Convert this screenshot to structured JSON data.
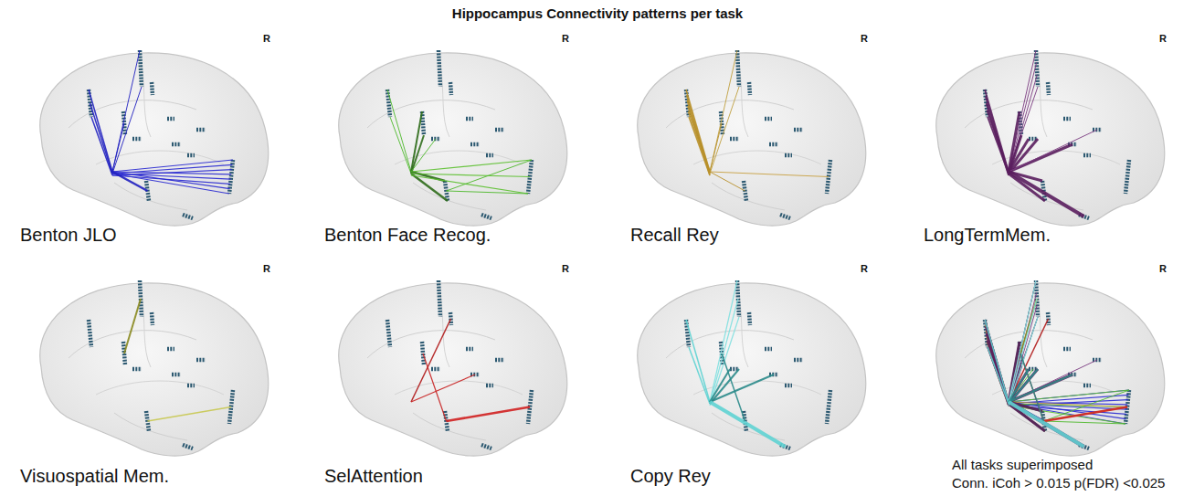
{
  "diagram": {
    "title": "Hippocampus Connectivity patterns per task",
    "labels": [
      "R",
      "R",
      "R",
      "R",
      "Benton JLO",
      "Benton Face Recog.",
      "Recall Rey",
      "LongTermMem.",
      "R",
      "R",
      "R",
      "R",
      "Visuospatial Mem.",
      "SelAttention",
      "Copy Rey",
      "All tasks superimposed",
      "Conn. iCoh > 0.015 p(FDR) <0.025"
    ]
  }
}
